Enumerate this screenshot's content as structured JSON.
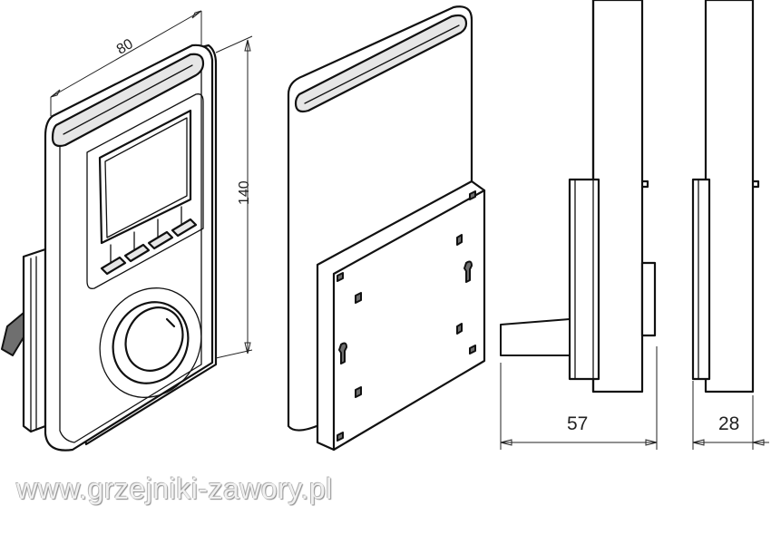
{
  "dimensions": {
    "width_label": "80",
    "height_label": "140",
    "depth_with_bracket_label": "57",
    "depth_label": "28"
  },
  "watermark": "www.grzejniki-zawory.pl"
}
